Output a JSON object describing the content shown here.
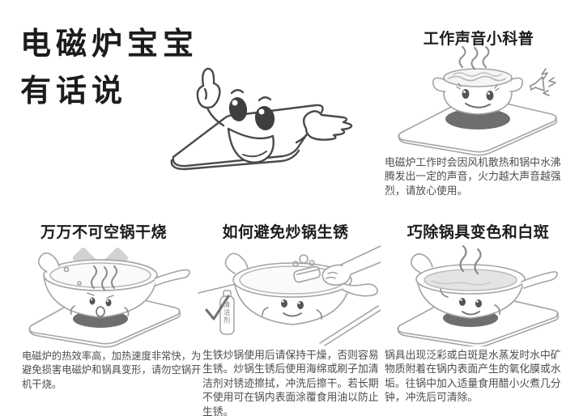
{
  "header": {
    "title_line1": "电磁炉宝宝",
    "title_line2": "有话说"
  },
  "sections": {
    "sound": {
      "title": "工作声音小科普",
      "body": "电磁炉工作时会因风机散热和锅中水沸\n腾发出一定的声音，火力越大声音越强\n烈，请放心使用。"
    },
    "dry_burn": {
      "title": "万万不可空锅干烧",
      "body": "电磁炉的热效率高，加热速度非常快，为\n避免损害电磁炉和锅具变形，请勿空锅开\n机干烧。"
    },
    "rust": {
      "title": "如何避免炒锅生锈",
      "body": "生铁炒锅使用后请保持干燥，否则容易\n生锈。炒锅生锈后使用海绵或刷子加清\n洁剂对锈迹擦拭，冲洗后擦干。若长期\n不使用可在锅内表面涂覆食用油以防止\n生锈。",
      "bottle_label": "清洁剂"
    },
    "stain": {
      "title": "巧除锅具变色和白斑",
      "body": "锅具出现泛彩或白斑是水蒸发时水中矿\n物质附着在锅内表面产生的氧化膜或水\n垢。往锅中加入适量食用醋小火煮几分\n钟，冲洗后可清除。"
    }
  },
  "colors": {
    "title_text": "#1c1c1c",
    "body_text": "#4d4d4d",
    "art_line": "#a3a3a3",
    "mascot_line": "#4a4a4a",
    "heat_ring": "#6e6e6e",
    "x_mark": "#d2d2d2",
    "water_fill": "#e4e4e4"
  }
}
